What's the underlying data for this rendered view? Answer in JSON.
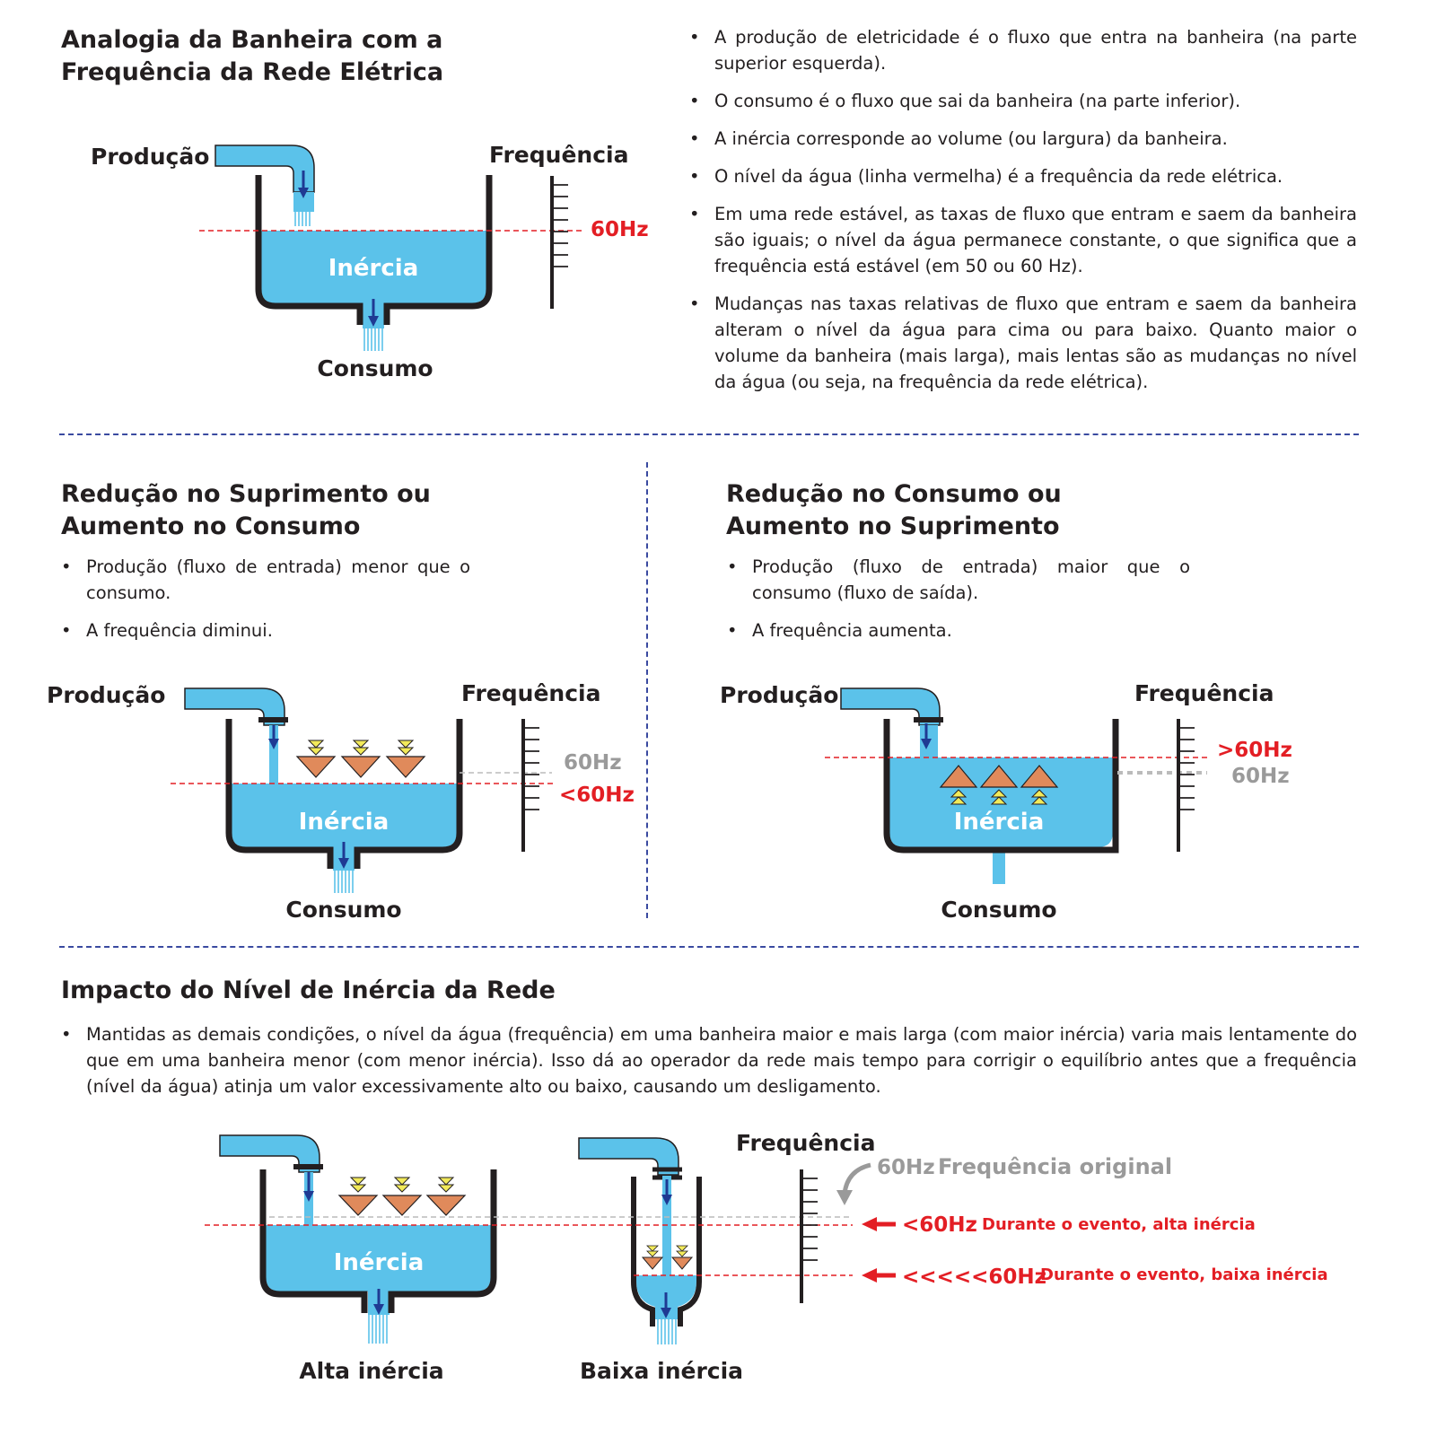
{
  "colors": {
    "water": "#5bc2ea",
    "tub": "#231f20",
    "red": "#e31e24",
    "grey": "#9a9a9a",
    "arrow": "#1f3a93",
    "triangle": "#e08a5b",
    "chevron": "#f2ea5a",
    "divider": "#3a4aa0"
  },
  "section1": {
    "title_line1": "Analogia da Banheira com a",
    "title_line2": "Frequência da Rede Elétrica",
    "bullets": [
      "A produção de eletricidade é o fluxo que entra na banheira (na parte superior esquerda).",
      "O consumo é o fluxo que sai da banheira (na parte inferior).",
      "A inércia corresponde ao volume (ou largura) da banheira.",
      "O nível da água (linha vermelha) é a frequência da rede elétrica.",
      "Em uma rede estável, as taxas de fluxo que entram e saem da banheira são iguais; o nível da água permanece constante, o que significa que a frequência está estável (em 50 ou 60 Hz).",
      "Mudanças nas taxas relativas de fluxo que entram e saem da banheira alteram o nível da água para cima ou para baixo. Quanto maior o volume da banheira (mais larga), mais lentas são as mudanças no nível da água (ou seja, na frequência da rede elétrica)."
    ],
    "diagram": {
      "production": "Produção",
      "frequency": "Frequência",
      "inertia": "Inércia",
      "consumption": "Consumo",
      "hz": "60Hz"
    }
  },
  "section2": {
    "title_line1": "Redução no Suprimento ou",
    "title_line2": "Aumento no Consumo",
    "bullets": [
      "Produção (fluxo de entrada) menor que o consumo.",
      "A frequência diminui."
    ],
    "diagram": {
      "production": "Produção",
      "frequency": "Frequência",
      "inertia": "Inércia",
      "consumption": "Consumo",
      "hz_original": "60Hz",
      "hz_new": "<60Hz"
    }
  },
  "section3": {
    "title_line1": "Redução no Consumo ou",
    "title_line2": "Aumento no Suprimento",
    "bullets": [
      "Produção (fluxo de entrada) maior que o consumo (fluxo de saída).",
      "A frequência aumenta."
    ],
    "diagram": {
      "production": "Produção",
      "frequency": "Frequência",
      "inertia": "Inércia",
      "consumption": "Consumo",
      "hz_new": ">60Hz",
      "hz_original": "60Hz"
    }
  },
  "section4": {
    "title": "Impacto do Nível de Inércia da Rede",
    "bullets": [
      "Mantidas as demais condições, o nível da água (frequência) em uma banheira maior e mais larga (com maior inércia) varia mais lentamente do que em uma banheira menor (com menor inércia). Isso dá ao operador da rede mais tempo para corrigir o equilíbrio antes que a frequência (nível da água) atinja um valor excessivamente alto ou baixo, causando um desligamento."
    ],
    "diagram": {
      "frequency": "Frequência",
      "inertia": "Inércia",
      "hz_original": "60Hz",
      "original_label": "Frequência original",
      "hz_high": "<60Hz",
      "high_label": "Durante o evento, alta inércia",
      "hz_low": "<<<<<60Hz",
      "low_label": "Durante o evento, baixa inércia",
      "high_inertia": "Alta inércia",
      "low_inertia": "Baixa inércia"
    }
  }
}
